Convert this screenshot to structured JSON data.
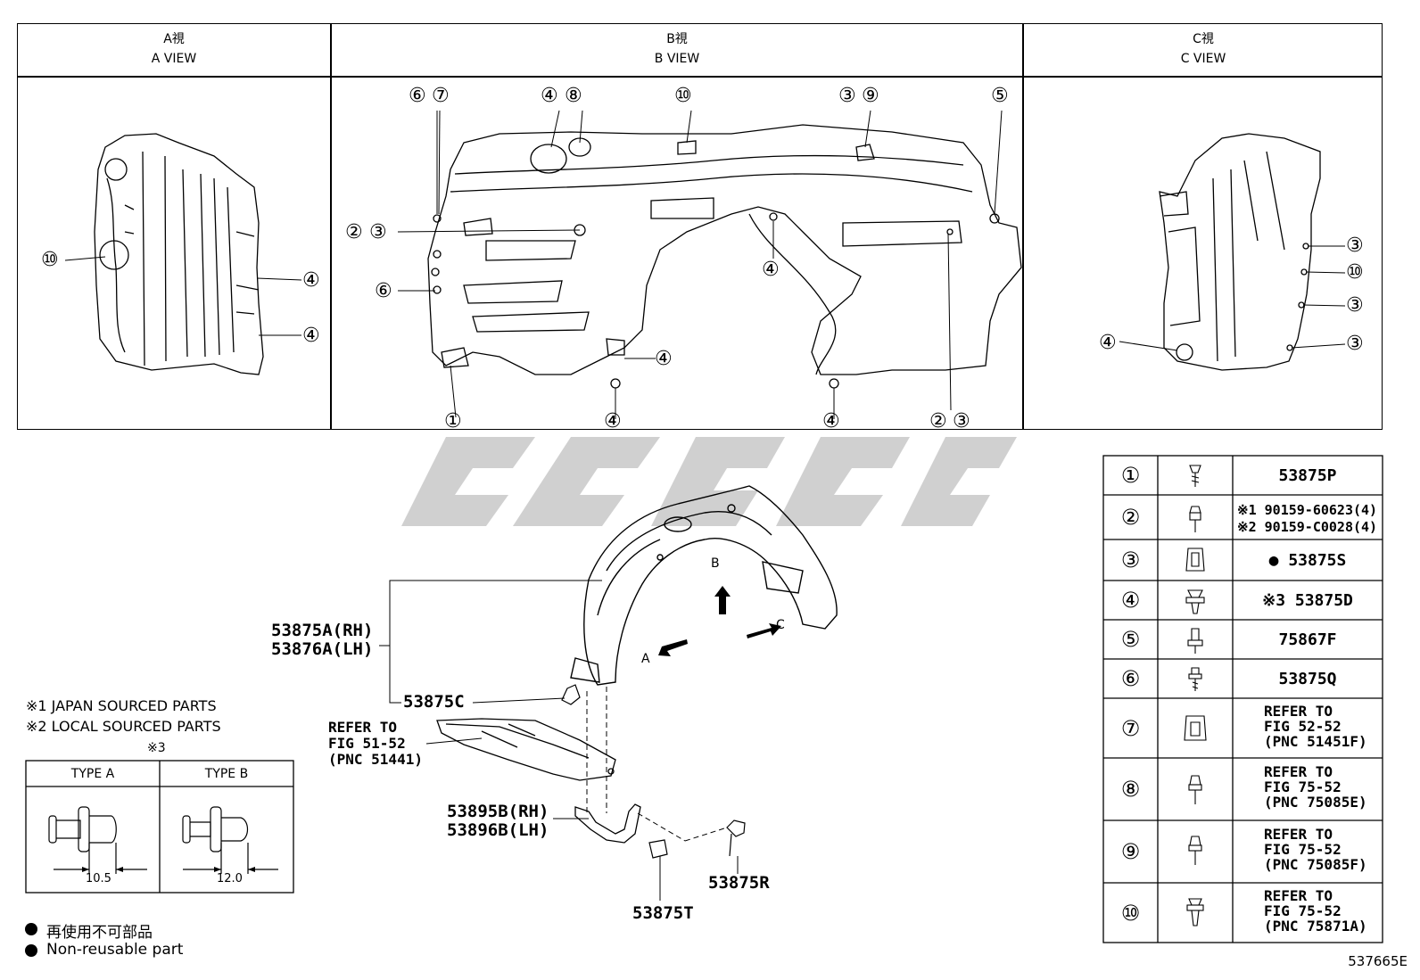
{
  "views": {
    "a": {
      "jp": "A視",
      "en": "A VIEW"
    },
    "b": {
      "jp": "B視",
      "en": "B VIEW"
    },
    "c": {
      "jp": "C視",
      "en": "C VIEW"
    }
  },
  "callouts": {
    "c1": "①",
    "c2": "②",
    "c3": "③",
    "c4": "④",
    "c5": "⑤",
    "c6": "⑥",
    "c7": "⑦",
    "c8": "⑧",
    "c9": "⑨",
    "c10": "⑩"
  },
  "parts": {
    "liner_rh": "53875A(RH)",
    "liner_lh": "53876A(LH)",
    "clip_c": "53875C",
    "refer_to": "REFER TO",
    "fig_5152": "FIG 51-52",
    "pnc_51441": "(PNC 51441)",
    "bracket_rh": "53895B(RH)",
    "bracket_lh": "53896B(LH)",
    "bolt_r": "53875R",
    "nut_t": "53875T"
  },
  "arrows": {
    "a": "A",
    "b": "B",
    "c": "C"
  },
  "notes": {
    "n1": "※1 JAPAN SOURCED PARTS",
    "n2": "※2 LOCAL SOURCED PARTS",
    "n3": "※3",
    "type_a": "TYPE A",
    "type_b": "TYPE B",
    "dim_a": "10.5",
    "dim_b": "12.0",
    "nonreuse_jp": "再使用不可部品",
    "nonreuse_en": "Non-reusable part"
  },
  "legend": [
    {
      "num": "①",
      "lines": [
        "53875P"
      ]
    },
    {
      "num": "②",
      "lines": [
        "※1 90159-60623(4)",
        "※2 90159-C0028(4)"
      ]
    },
    {
      "num": "③",
      "lines": [
        "● 53875S"
      ]
    },
    {
      "num": "④",
      "lines": [
        "※3 53875D"
      ]
    },
    {
      "num": "⑤",
      "lines": [
        "75867F"
      ]
    },
    {
      "num": "⑥",
      "lines": [
        "53875Q"
      ]
    },
    {
      "num": "⑦",
      "lines": [
        "REFER TO",
        "FIG 52-52",
        "(PNC 51451F)"
      ]
    },
    {
      "num": "⑧",
      "lines": [
        "REFER TO",
        "FIG 75-52",
        "(PNC 75085E)"
      ]
    },
    {
      "num": "⑨",
      "lines": [
        "REFER TO",
        "FIG 75-52",
        "(PNC 75085F)"
      ]
    },
    {
      "num": "⑩",
      "lines": [
        "REFER TO",
        "FIG 75-52",
        "(PNC 75871A)"
      ]
    }
  ],
  "illustration_id": "537665E"
}
